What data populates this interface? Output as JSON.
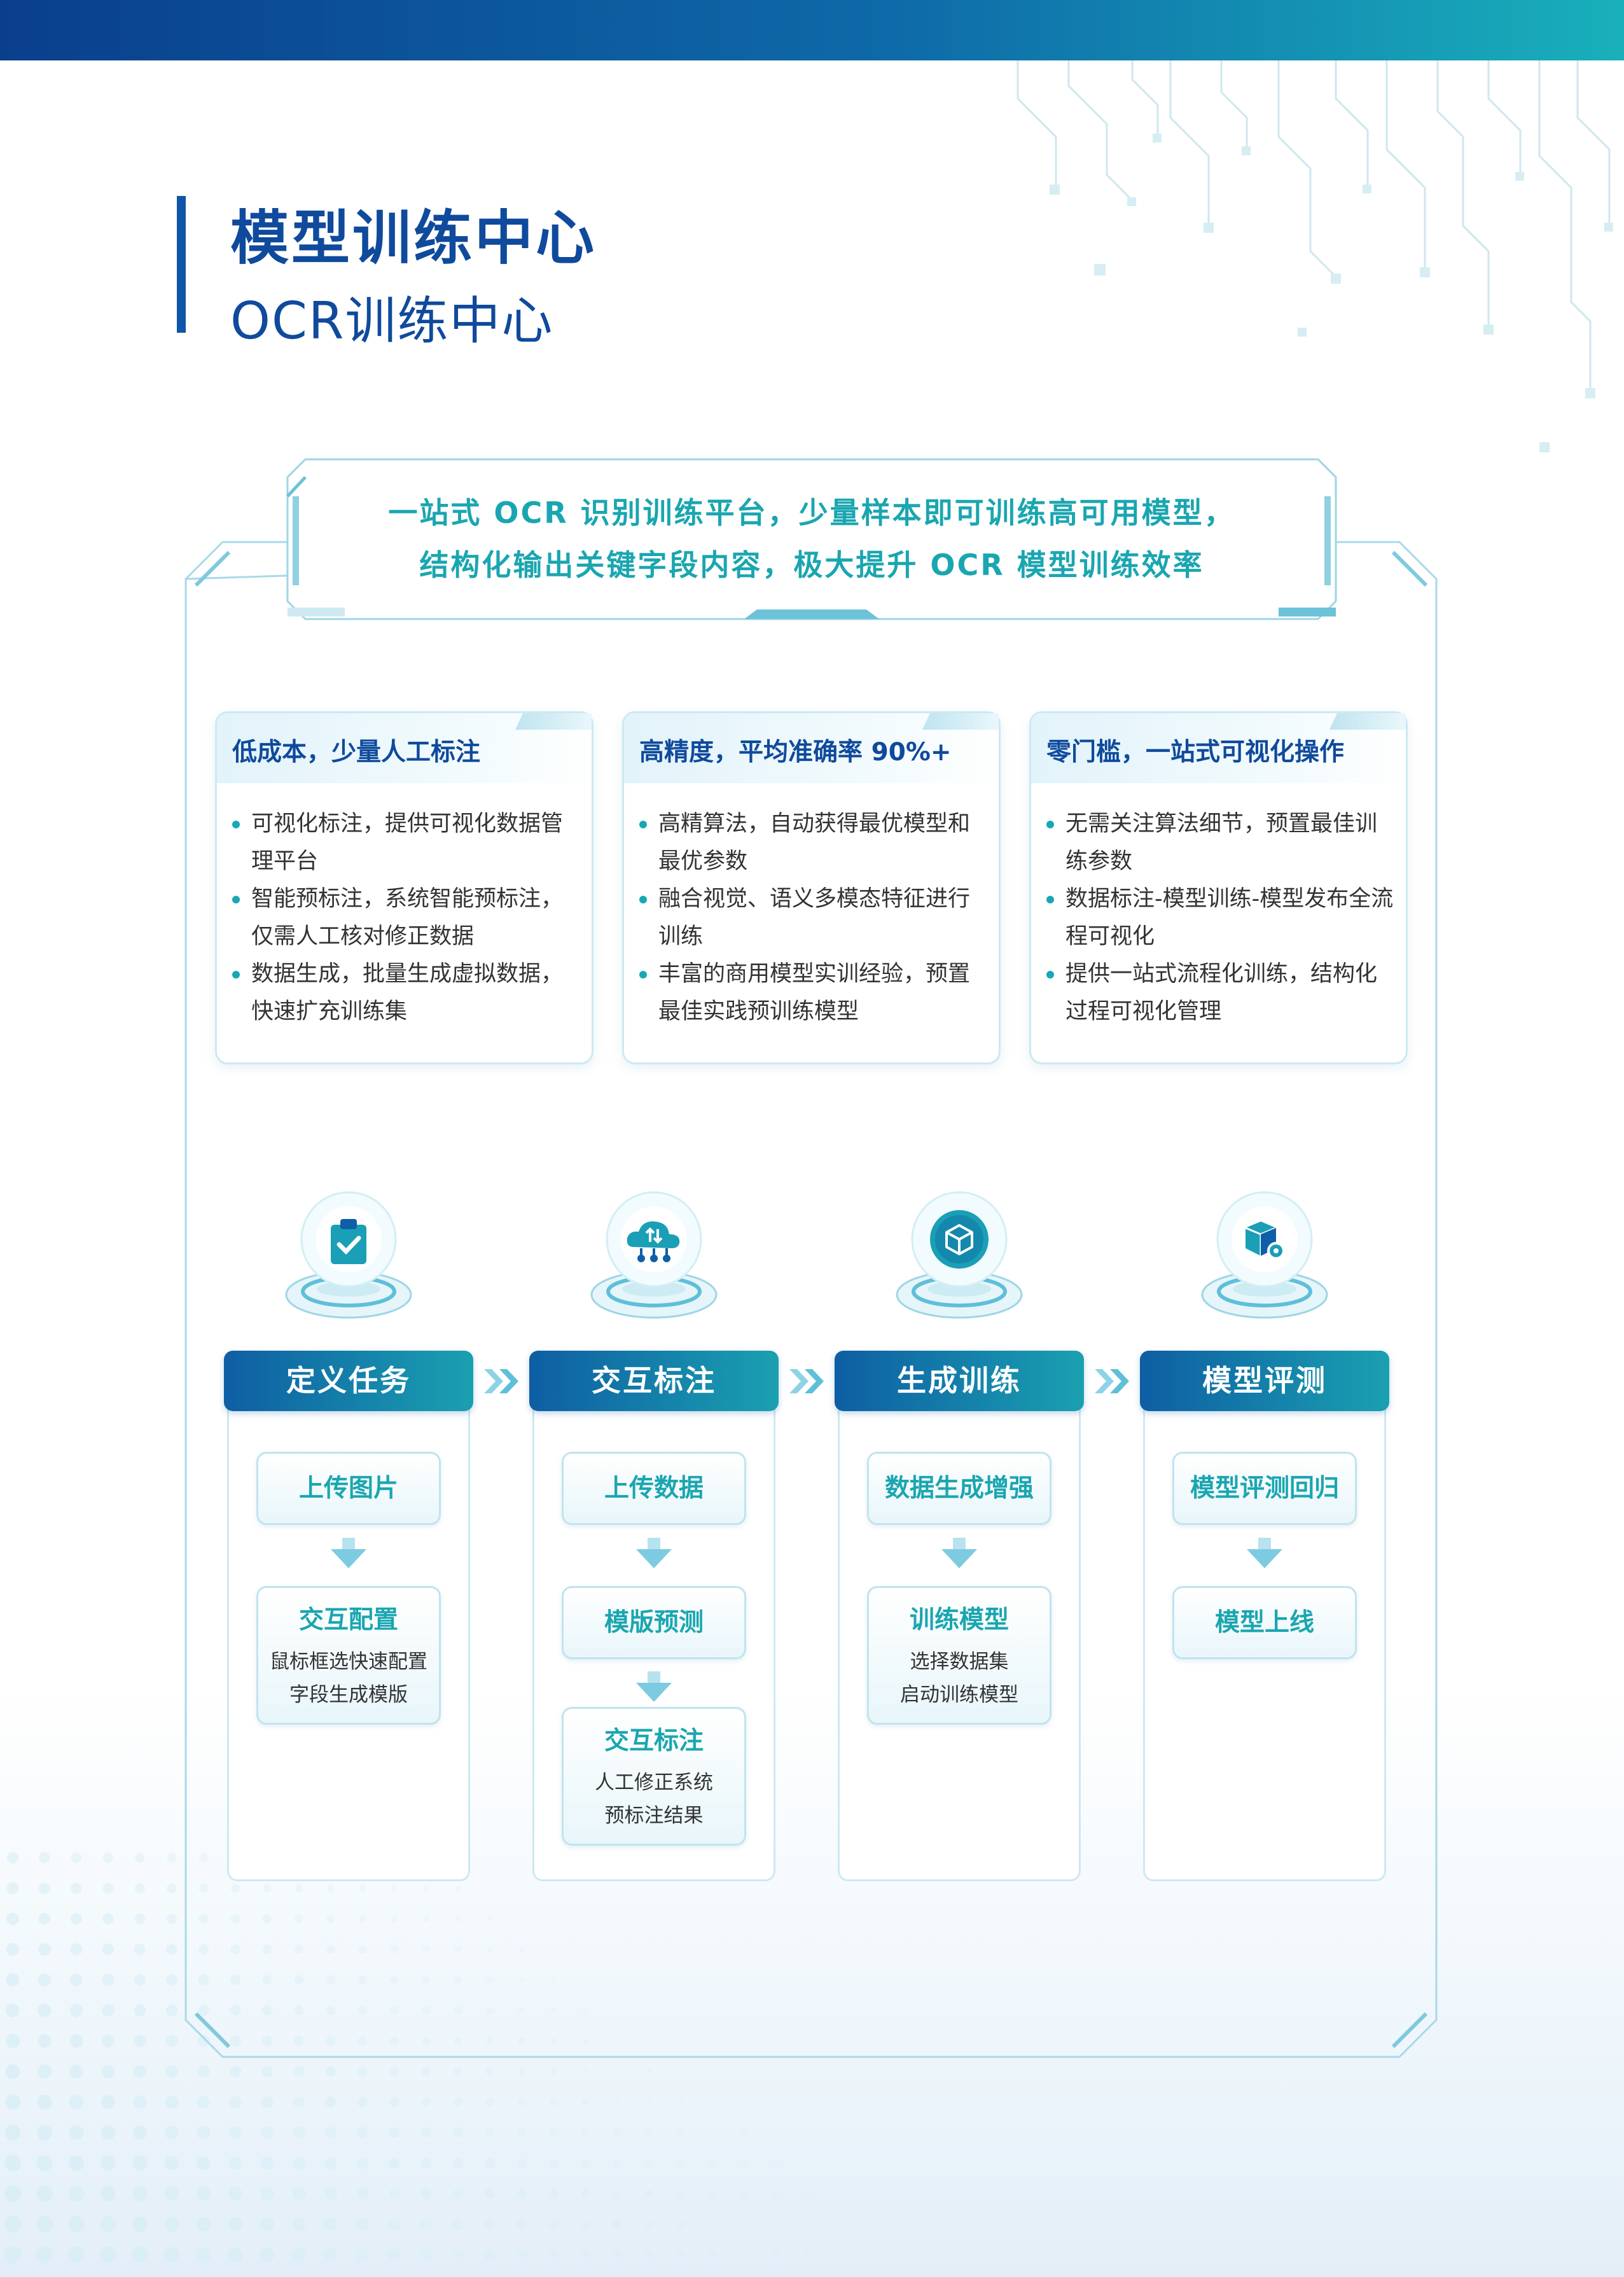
{
  "header": {
    "title": "模型训练中心",
    "subtitle": "OCR训练中心"
  },
  "slogan": {
    "line1": "一站式 OCR 识别训练平台，少量样本即可训练高可用模型，",
    "line2": "结构化输出关键字段内容，极大提升 OCR 模型训练效率"
  },
  "features": [
    {
      "title": "低成本，少量人工标注",
      "items": [
        "可视化标注，提供可视化数据管理平台",
        "智能预标注，系统智能预标注，仅需人工核对修正数据",
        "数据生成，批量生成虚拟数据，快速扩充训练集"
      ]
    },
    {
      "title": "高精度，平均准确率 90%+",
      "items": [
        "高精算法，自动获得最优模型和最优参数",
        "融合视觉、语义多模态特征进行训练",
        "丰富的商用模型实训经验，预置最佳实践预训练模型"
      ]
    },
    {
      "title": "零门槛，一站式可视化操作",
      "items": [
        "无需关注算法细节，预置最佳训练参数",
        "数据标注-模型训练-模型发布全流程可视化",
        "提供一站式流程化训练，结构化过程可视化管理"
      ]
    }
  ],
  "stages": [
    {
      "title": "定义任务",
      "icon": "clipboard-check-icon",
      "steps": [
        {
          "title": "上传图片",
          "desc": []
        },
        {
          "title": "交互配置",
          "desc": [
            "鼠标框选快速配置",
            "字段生成模版"
          ]
        }
      ]
    },
    {
      "title": "交互标注",
      "icon": "cloud-network-icon",
      "steps": [
        {
          "title": "上传数据",
          "desc": []
        },
        {
          "title": "模版预测",
          "desc": []
        },
        {
          "title": "交互标注",
          "desc": [
            "人工修正系统",
            "预标注结果"
          ]
        }
      ]
    },
    {
      "title": "生成训练",
      "icon": "cube-icon",
      "steps": [
        {
          "title": "数据生成增强",
          "desc": []
        },
        {
          "title": "训练模型",
          "desc": [
            "选择数据集",
            "启动训练模型"
          ]
        }
      ]
    },
    {
      "title": "模型评测",
      "icon": "box-gear-icon",
      "steps": [
        {
          "title": "模型评测回归",
          "desc": []
        },
        {
          "title": "模型上线",
          "desc": []
        }
      ]
    }
  ],
  "colors": {
    "brand_blue": "#0f4a9c",
    "teal": "#1aa6b0",
    "header_gradient_start": "#0e5ea3",
    "header_gradient_end": "#1aa0b0"
  }
}
